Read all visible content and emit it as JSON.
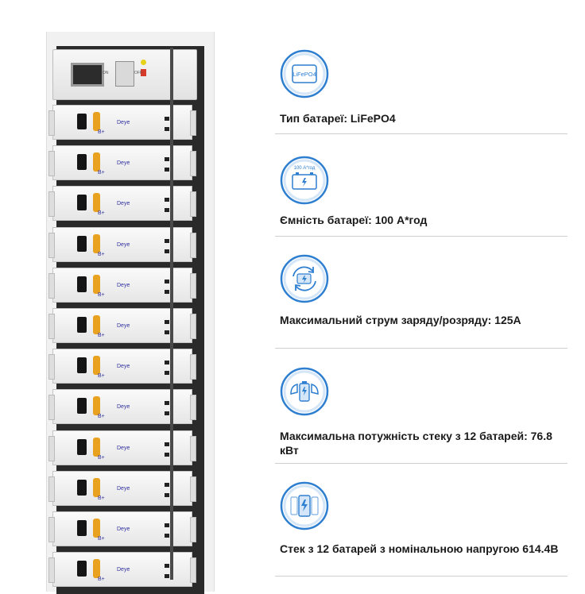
{
  "specs": [
    {
      "label": "Тип батареї: LiFePO4",
      "icon": "lifepo4-chip-icon",
      "icon_text": "LiFePO4"
    },
    {
      "label": "Ємність батареї: 100 А*год",
      "icon": "battery-capacity-icon",
      "icon_text": "100 А*год"
    },
    {
      "label": "Максимальний струм заряду/розряду: 125А",
      "icon": "charge-cycle-icon"
    },
    {
      "label": "Максимальна потужність стеку з 12 батарей: 76.8 кВт",
      "icon": "power-battery-icon"
    },
    {
      "label": "Стек з 12 батарей з номінальною напругою 614.4В",
      "icon": "battery-stack-icon"
    }
  ],
  "rack": {
    "controller": {
      "indicator_labels": [
        "ON",
        "OFF"
      ]
    },
    "module_terminal": "B+",
    "module_brand": "Deye",
    "module_count": 12
  },
  "colors": {
    "accent": "#2f7fd1",
    "accent_light": "#d4e6f8",
    "connector": "#e8a21f"
  }
}
